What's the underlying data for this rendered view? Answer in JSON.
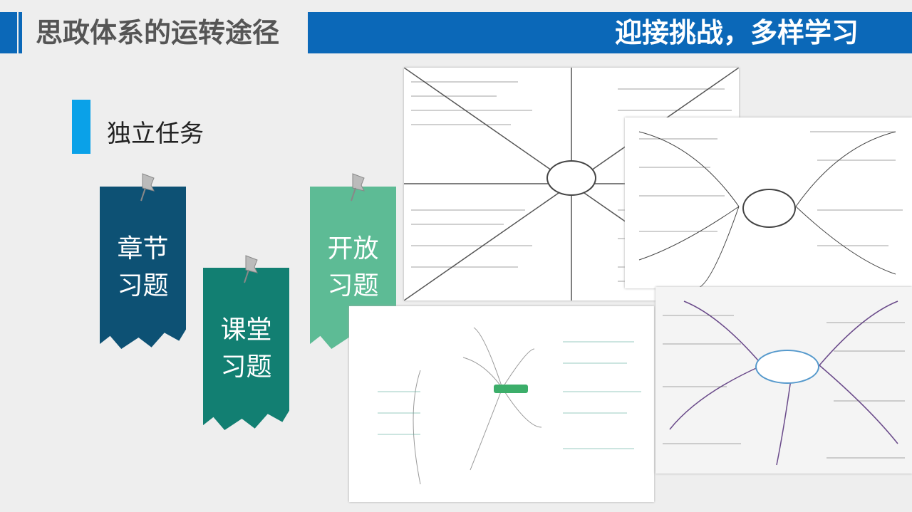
{
  "header": {
    "title": "思政体系的运转途径",
    "slogan": "迎接挑战，多样学习"
  },
  "section": {
    "title": "独立任务"
  },
  "cards": [
    {
      "line1": "章节",
      "line2": "习题",
      "color": "#0d5174"
    },
    {
      "line1": "课堂",
      "line2": "习题",
      "color": "#127f72"
    },
    {
      "line1": "开放",
      "line2": "习题",
      "color": "#5dbb95"
    }
  ],
  "colors": {
    "brand": "#0b68b8",
    "accent": "#0aa1e8"
  }
}
